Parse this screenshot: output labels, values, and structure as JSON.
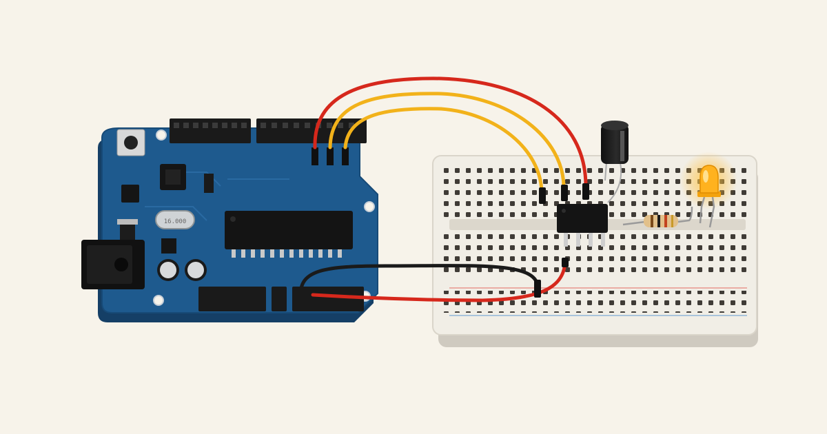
{
  "scene": {
    "background": "#f7f3ea",
    "components": [
      "arduino-uno-board",
      "half-size-breadboard",
      "8-pin-dip-chip",
      "electrolytic-capacitor",
      "resistor",
      "yellow-led",
      "dc-barrel-jack",
      "crystal-oscillator",
      "reset-button"
    ],
    "colors": {
      "board": "#1e5a8e",
      "board_edge": "#153f66",
      "breadboard": "#f1eee6",
      "wire_red": "#d6281c",
      "wire_yellow": "#f2b21a",
      "wire_black": "#1a1a1a",
      "led": "#ffb21f",
      "rail_red": "#e8958e",
      "rail_blue": "#8fb6d8"
    },
    "led_state": "on",
    "crystal_marking": "16.000"
  }
}
